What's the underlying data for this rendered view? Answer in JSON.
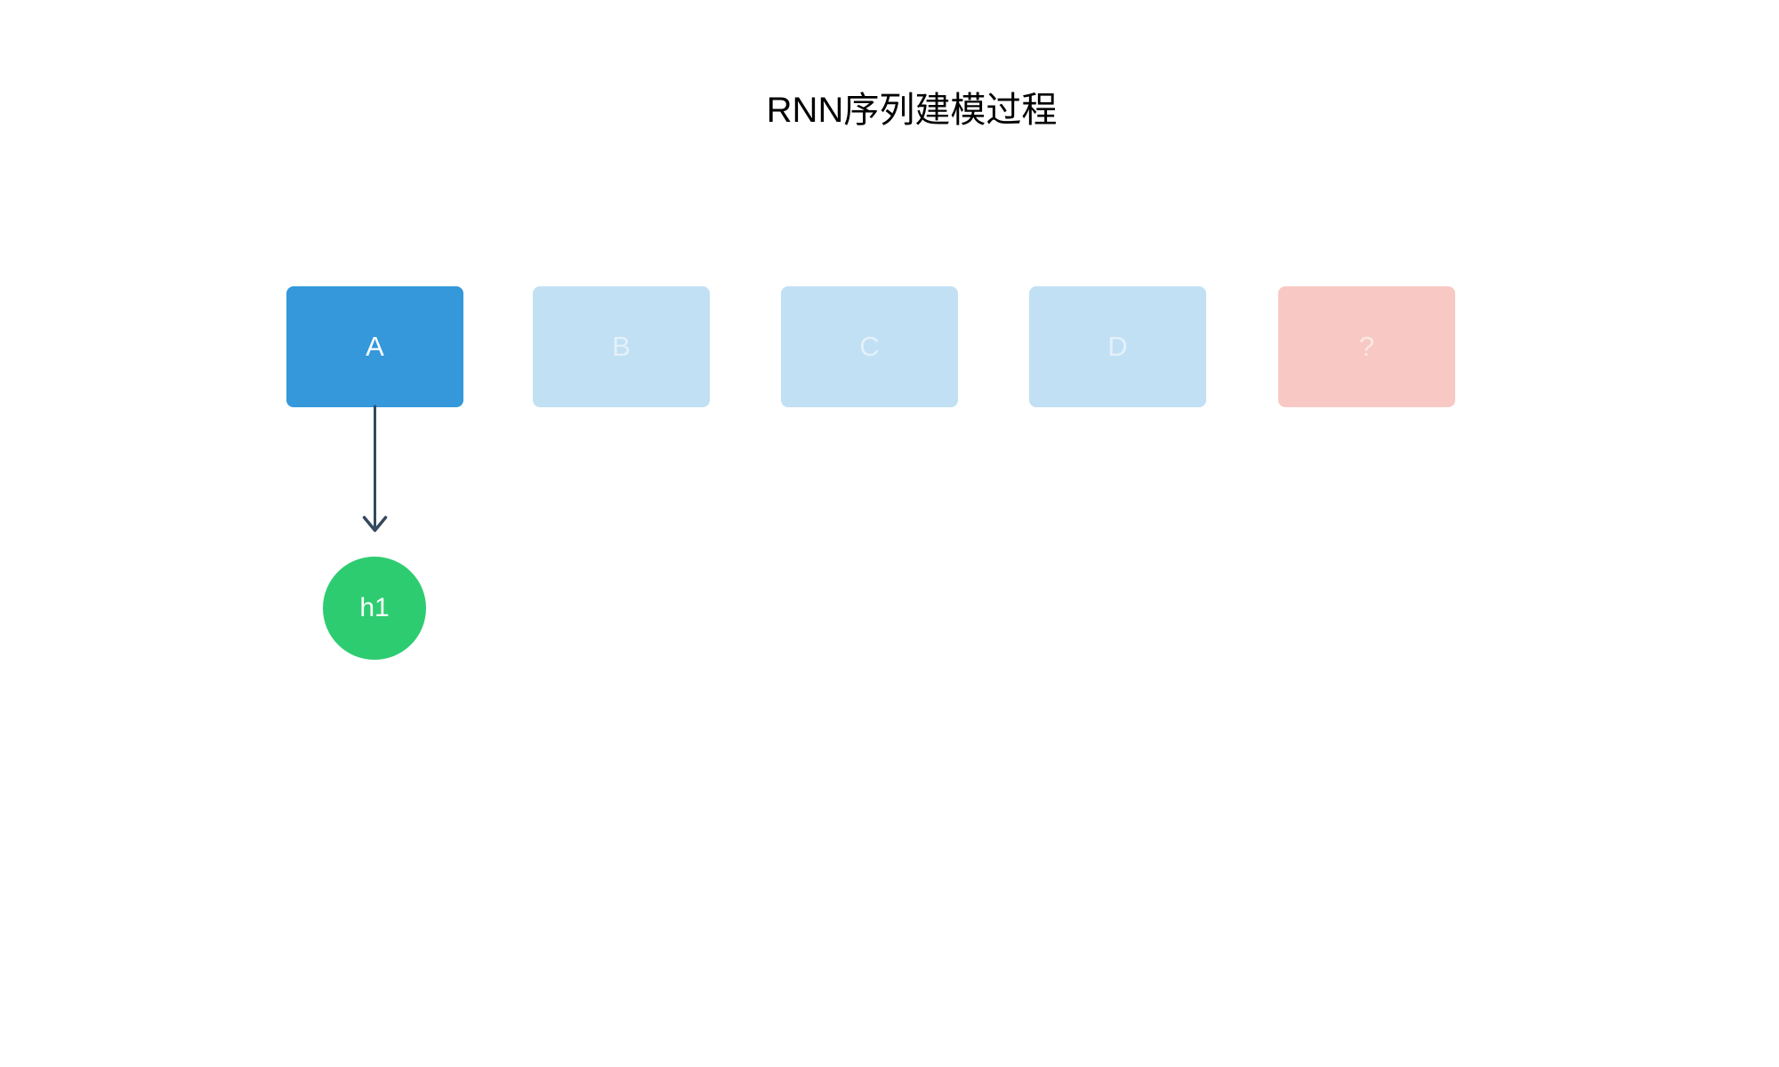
{
  "title": "RNN序列建模过程",
  "sequence_boxes": [
    {
      "label": "A",
      "state": "active",
      "color": "#3498db"
    },
    {
      "label": "B",
      "state": "pending",
      "color": "#3498db"
    },
    {
      "label": "C",
      "state": "pending",
      "color": "#3498db"
    },
    {
      "label": "D",
      "state": "pending",
      "color": "#3498db"
    },
    {
      "label": "?",
      "state": "target",
      "color": "#e74c3c"
    }
  ],
  "hidden_state": {
    "label": "h1",
    "color": "#2ecc71"
  },
  "arrow": {
    "from": "A",
    "to": "h1",
    "color": "#34495e"
  },
  "colors": {
    "background": "#ffffff",
    "title_text": "#000000",
    "active_box": "#3498db",
    "inactive_opacity": "0.3",
    "target_box": "#e74c3c",
    "hidden_state_circle": "#2ecc71",
    "arrow_stroke": "#34495e"
  }
}
